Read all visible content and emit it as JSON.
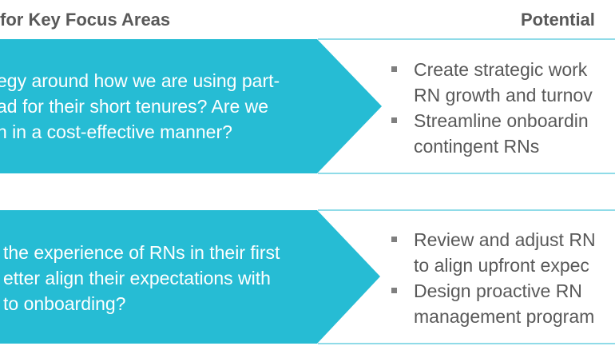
{
  "header": {
    "left_title": "for Key Focus Areas",
    "right_title": "Potential"
  },
  "rows": [
    {
      "question_lines": [
        "egy around how we are using part-",
        "ad for their short tenures? Are we",
        "n in a cost-effective manner?"
      ],
      "bullets": [
        [
          "Create strategic work",
          "RN growth and turnov"
        ],
        [
          "Streamline onboardin",
          "contingent RNs"
        ]
      ]
    },
    {
      "question_lines": [
        " the experience of RNs in their first",
        "etter align their expectations with",
        "to onboarding?"
      ],
      "bullets": [
        [
          "Review and adjust RN",
          "to align upfront expec"
        ],
        [
          "Design proactive RN",
          "management program"
        ]
      ]
    }
  ],
  "colors": {
    "accent": "#26BCD4",
    "text": "#595959"
  }
}
